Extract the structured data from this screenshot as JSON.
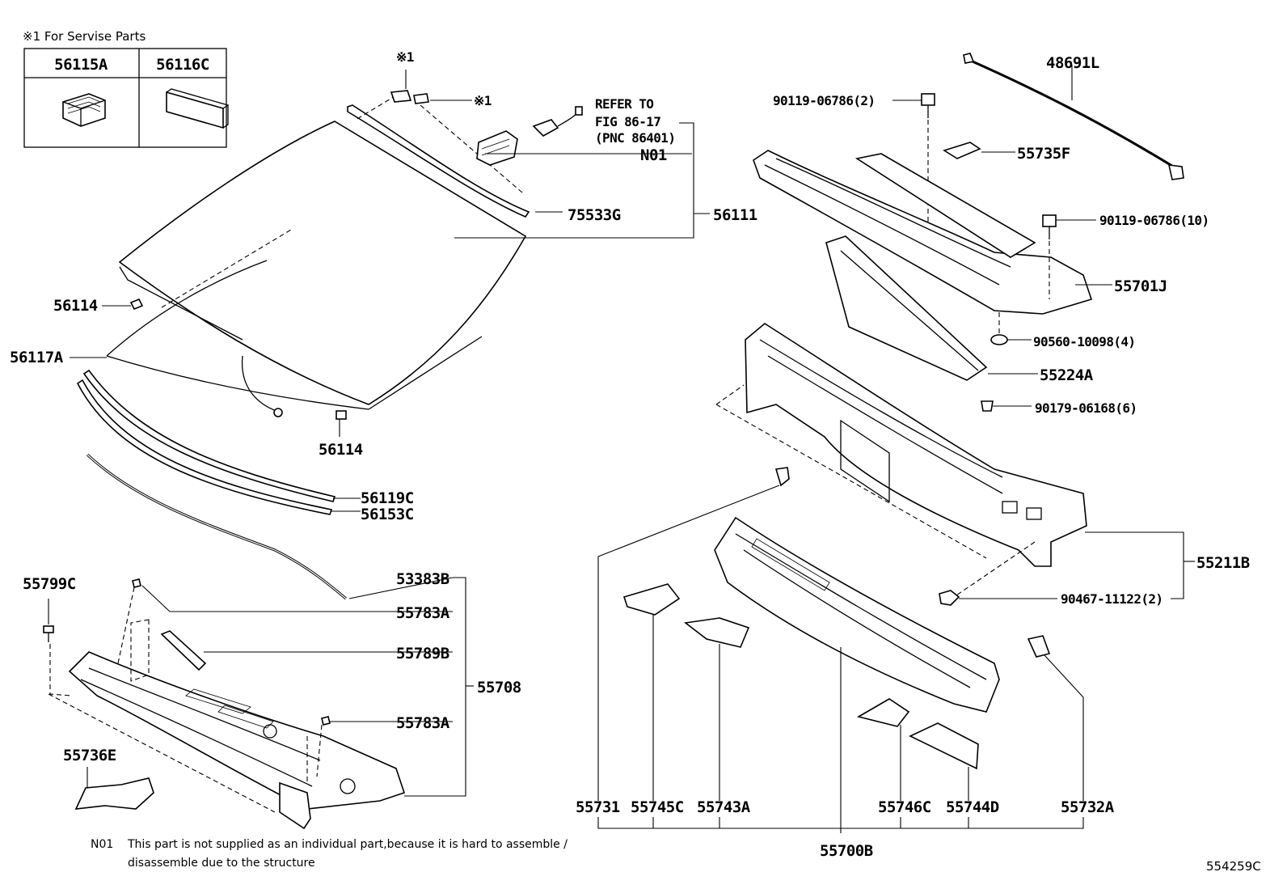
{
  "service_parts": {
    "title": "※1 For Servise Parts",
    "columns": [
      "56115A",
      "56116C"
    ]
  },
  "marks": {
    "star1_top": "※1",
    "star1_side": "※1"
  },
  "refer_note": [
    "REFER TO",
    "FIG 86-17",
    "(PNC 86401)"
  ],
  "labels": {
    "n01": "N01",
    "p75533G": "75533G",
    "p56111": "56111",
    "p56114_left": "56114",
    "p56114_bottom": "56114",
    "p56117A": "56117A",
    "p56119C": "56119C",
    "p56153C": "56153C",
    "p53383B": "53383B",
    "p55783A_top": "55783A",
    "p55789B": "55789B",
    "p55708": "55708",
    "p55783A_bottom": "55783A",
    "p55799C": "55799C",
    "p55736E": "55736E",
    "p48691L": "48691L",
    "bolt_2": "90119-06786(2)",
    "p55735F": "55735F",
    "bolt_10": "90119-06786(10)",
    "p55701J": "55701J",
    "washer": "90560-10098(4)",
    "p55224A": "55224A",
    "clip": "90179-06168(6)",
    "p55211B": "55211B",
    "rivet": "90467-11122(2)",
    "p55731": "55731",
    "p55745C": "55745C",
    "p55743A": "55743A",
    "p55746C": "55746C",
    "p55744D": "55744D",
    "p55732A": "55732A",
    "p55700B": "55700B"
  },
  "footnote": {
    "code": "N01",
    "line1": "This part is not supplied as an individual part,because it is hard to assemble /",
    "line2": "disassemble due to the structure"
  },
  "figure_id": "554259C"
}
